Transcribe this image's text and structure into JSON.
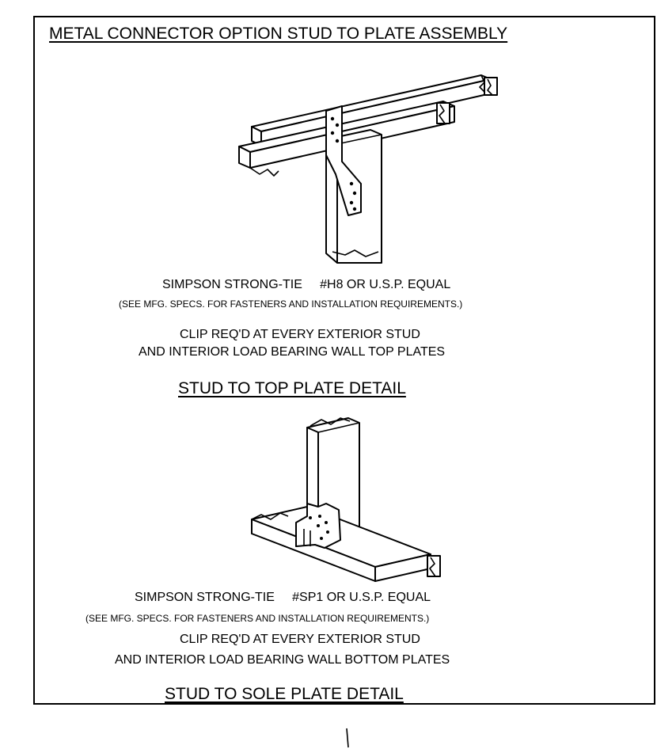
{
  "title": "METAL CONNECTOR OPTION STUD TO PLATE ASSEMBLY",
  "top_detail": {
    "spec": "SIMPSON STRONG-TIE     #H8 OR U.S.P. EQUAL",
    "note": "(SEE MFG. SPECS. FOR FASTENERS AND INSTALLATION REQUIREMENTS.)",
    "requirement_line1": "CLIP REQ'D AT EVERY EXTERIOR STUD",
    "requirement_line2": "AND INTERIOR LOAD BEARING WALL TOP PLATES",
    "heading": "STUD TO TOP PLATE DETAIL"
  },
  "bottom_detail": {
    "spec": "SIMPSON STRONG-TIE     #SP1 OR U.S.P. EQUAL",
    "note": "(SEE MFG. SPECS. FOR FASTENERS AND INSTALLATION REQUIREMENTS.)",
    "requirement_line1": "CLIP REQ'D AT EVERY EXTERIOR STUD",
    "requirement_line2": "AND INTERIOR LOAD BEARING WALL BOTTOM PLATES",
    "heading": "STUD TO SOLE PLATE DETAIL"
  }
}
